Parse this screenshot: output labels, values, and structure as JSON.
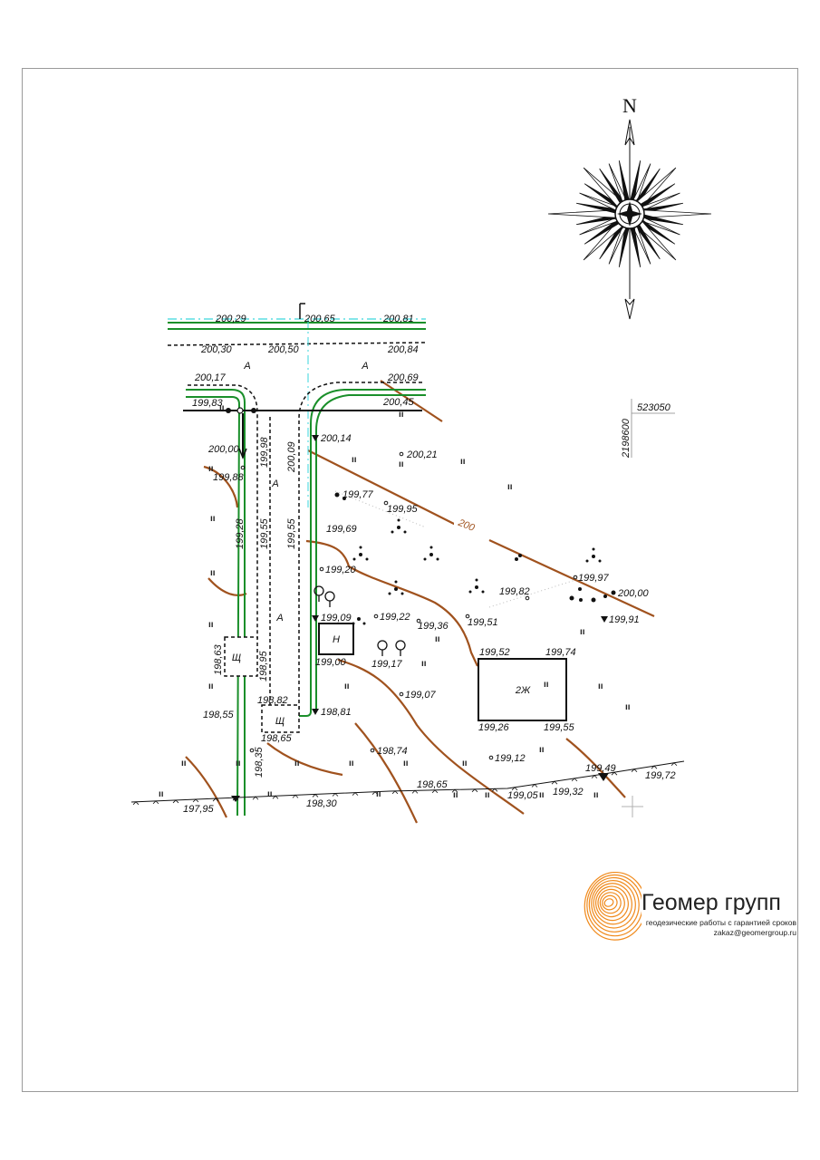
{
  "north_label": "N",
  "building_labels": {
    "outbuilding": "Н",
    "house": "2Ж"
  },
  "shed_labels": {
    "shed_1": "Щ",
    "shed_2": "Щ"
  },
  "road_label": "А",
  "contour_label": "200",
  "grass_symbol": "ıı",
  "coordinates": {
    "x": "523050",
    "y": "2198600"
  },
  "elevations": {
    "e1": "200,29",
    "e2": "200,65",
    "e3": "200,81",
    "e4": "200,30",
    "e5": "200,50",
    "e6": "200,84",
    "e7": "200,17",
    "e8": "200,69",
    "e9": "199,83",
    "e10": "200,45",
    "e11": "200,14",
    "e12": "200,21",
    "e13": "200,00",
    "e14": "199,98",
    "e15": "200,09",
    "e16": "199,88",
    "e17": "199,77",
    "e18": "199,95",
    "e19": "199,28",
    "e20": "199,55",
    "e21": "199,55",
    "e22": "199,69",
    "e23": "199,20",
    "e24": "199,97",
    "e25": "199,82",
    "e26": "200,00",
    "e27": "199,09",
    "e28": "199,22",
    "e29": "199,36",
    "e30": "199,51",
    "e31": "199,91",
    "e32": "199,52",
    "e33": "199,74",
    "e34": "198,63",
    "e35": "198,95",
    "e36": "199,00",
    "e37": "199,17",
    "e38": "199,07",
    "e39": "198,82",
    "e40": "198,81",
    "e41": "198,55",
    "e42": "199,26",
    "e43": "199,55",
    "e44": "198,65",
    "e45": "198,74",
    "e46": "199,12",
    "e47": "198,35",
    "e48": "199,49",
    "e49": "199,72",
    "e50": "198,65",
    "e51": "199,05",
    "e52": "199,32",
    "e53": "197,95",
    "e54": "198,30"
  },
  "logo": {
    "name": "Геомер групп",
    "tagline": "геодезические работы с гарантией сроков",
    "email": "zakaz@geomergroup.ru"
  },
  "colors": {
    "contour": "#a0521e",
    "fence_green": "#1a8f2a",
    "boundary_cyan": "#3ad6dc",
    "logo_orange": "#f08a1c",
    "frame": "#9a9a9a"
  }
}
